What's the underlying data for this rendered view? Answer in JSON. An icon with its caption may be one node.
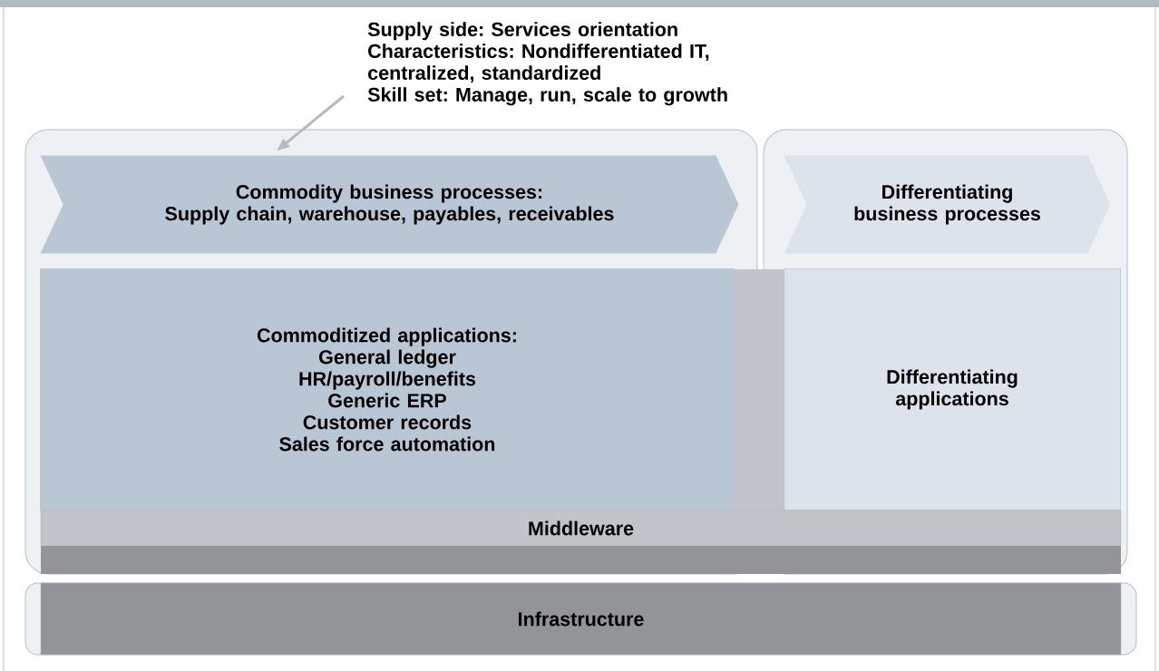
{
  "diagram": {
    "nodes": [
      {
        "text": [
          "Supply side: Services orientation",
          "Characteristics: Nondifferentiated IT, centralized, standardized",
          "Skill set: Manage, run, scale to growth"
        ]
      },
      {
        "text": [],
        "shape": "box"
      },
      {
        "text": [],
        "shape": "box"
      },
      {
        "text": [
          "Commodity business processes:",
          "Supply chain, warehouse, payables, receivables"
        ],
        "in": 1
      },
      {
        "text": [
          "Differentiating business processes"
        ],
        "in": 2
      },
      {
        "text": [
          "Commoditized applications:",
          "General ledger",
          "HR/payroll/benefits",
          "Generic ERP",
          "Customer records",
          "Sales force automation"
        ],
        "in": 1
      },
      {
        "text": [
          "Differentiating applications"
        ],
        "in": 2
      },
      {
        "text": [
          "Middleware"
        ]
      },
      {
        "text": [],
        "shape": "bar"
      },
      {
        "text": [
          "Infrastructure"
        ]
      }
    ],
    "edges": [
      {
        "from": 0,
        "to": 3,
        "arrow": "to"
      }
    ]
  }
}
